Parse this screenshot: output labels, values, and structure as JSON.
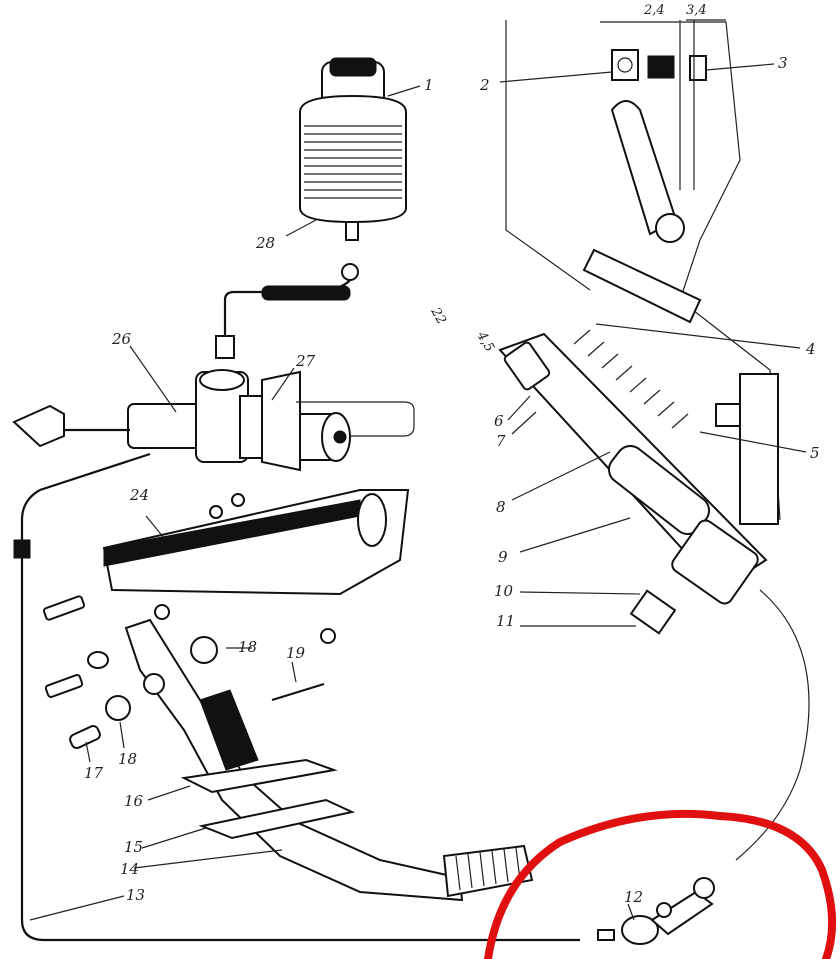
{
  "labels": {
    "l1": "1",
    "l2": "2",
    "l3": "3",
    "l4": "4",
    "l5": "5",
    "l6": "6",
    "l7": "7",
    "l8": "8",
    "l9": "9",
    "l10": "10",
    "l11": "11",
    "l12": "12",
    "l13": "13",
    "l14": "14",
    "l15": "15",
    "l16": "16",
    "l17": "17",
    "l18a": "18",
    "l18b": "18",
    "l19": "19",
    "l24": "24",
    "l26": "26",
    "l27": "27",
    "l28": "28"
  },
  "dimensions": {
    "d24": "2,4",
    "d34": "3,4",
    "d22": "22",
    "d45": "4,5"
  },
  "highlight": {
    "color": "#e01010",
    "target": "12"
  }
}
